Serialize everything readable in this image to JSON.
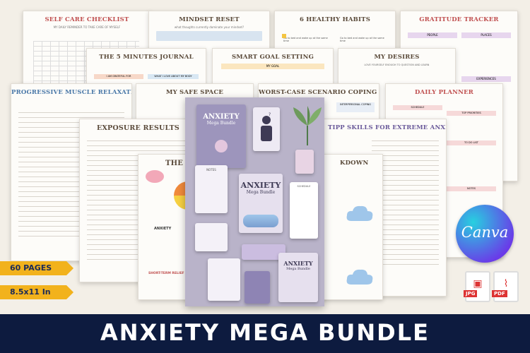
{
  "pages": {
    "self_care": "SELF CARE CHECKLIST",
    "self_care_sub": "MY DAILY REMINDER TO TAKE CARE OF MYSELF",
    "mindset": "MINDSET RESET",
    "mindset_sub": "what thoughts currently dominate your mindset?",
    "habits": "6 HEALTHY HABITS",
    "habit1": "Go to bed and wake up at the same time",
    "habit2": "Go to bed and wake up at the same time",
    "gratitude": "GRATITUDE TRACKER",
    "gratitude_people": "PEOPLE",
    "gratitude_places": "PLACES",
    "gratitude_experiences": "EXPERIENCES",
    "journal": "THE 5 MINUTES JOURNAL",
    "journal_grateful": "I AM GRATEFUL FOR",
    "journal_love": "WHAT I LOVE ABOUT MY BODY",
    "smart_goal": "SMART GOAL SETTING",
    "smart_goal_sub": "MY GOAL",
    "desires": "MY DESIRES",
    "desires_sub": "LOVE YOURSELF ENOUGH TO QUESTION AND LEARN",
    "pmr": "PROGRESSIVE MUSCLE RELAXATION",
    "safe_space": "MY SAFE SPACE",
    "worst_case": "WORST-CASE SCENARIO COPING PLAN",
    "interpersonal": "INTERPERSONAL COPING",
    "daily_planner": "DAILY PLANNER",
    "daily_schedule": "SCHEDULE",
    "daily_priorities": "TOP PRIORITIES",
    "daily_todo": "TO DO LIST",
    "daily_notes": "NOTES",
    "exposure": "EXPOSURE RESULTS",
    "tipp": "TIPP SKILLS FOR EXTREME ANXIETY",
    "breakdown": "KDOWN",
    "anxiety_letter": "THE A",
    "anxiety_label": "ANXIETY",
    "short_term": "SHORT-TERM RELIEF"
  },
  "covers": {
    "title": "ANXIETY",
    "subtitle": "Mega Bundle",
    "notes": "NOTES",
    "schedule": "SCHEDULE",
    "title2": "ANXIETY",
    "subtitle2": "Mega Bundle"
  },
  "badges": {
    "pages": "60 PAGES",
    "size": "8.5x11 In"
  },
  "canva": "Canva",
  "files": {
    "jpg": "JPG",
    "pdf": "PDF"
  },
  "banner": "ANXIETY MEGA BUNDLE",
  "colors": {
    "banner": "#0d1b3f",
    "ribbon": "#f2b21c",
    "title_red": "#c05050",
    "cover_lavender": "#b9b3c9"
  },
  "icons": [
    "plant-icon",
    "person-icon",
    "brain-icon",
    "cloud-icon",
    "cup-icon",
    "image-file-icon",
    "pdf-file-icon"
  ]
}
